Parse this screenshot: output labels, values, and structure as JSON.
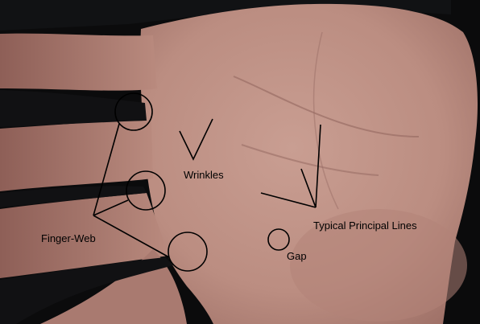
{
  "annotations": {
    "wrinkles": "Wrinkles",
    "finger_web": "Finger-Web",
    "principal_lines": "Typical Principal Lines",
    "gap": "Gap"
  },
  "colors": {
    "background": "#0b0b0c",
    "skin_light": "#c89c90",
    "skin_mid": "#b28579",
    "skin_shadow": "#8f625a",
    "annotation": "#000000"
  }
}
